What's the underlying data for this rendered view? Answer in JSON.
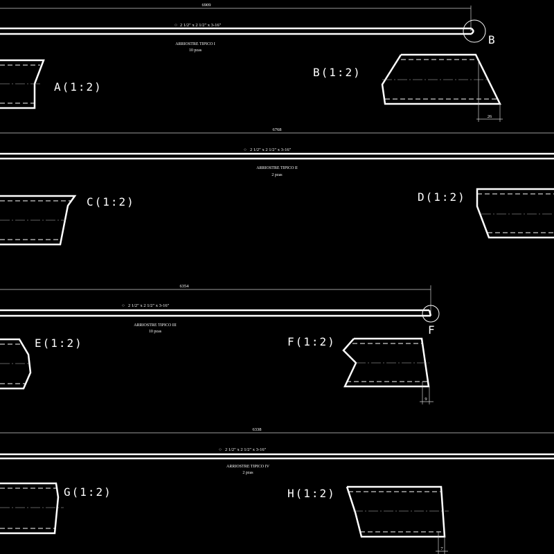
{
  "bars": [
    {
      "length": "6909",
      "section": "2 1/2\" x 2 1/2\" x 3-16\"",
      "name": "ARRIOSTRE TIPICO I",
      "qty": "10 pzas"
    },
    {
      "length": "6768",
      "section": "2 1/2\" x 2 1/2\" x 3-16\"",
      "name": "ARRIOSTRE TIPICO II",
      "qty": "2 pzas"
    },
    {
      "length": "6354",
      "section": "2 1/2\" x 2 1/2\" x 3-16\"",
      "name": "ARRIOSTRE TIPICO III",
      "qty": "10 pzas"
    },
    {
      "length": "6338",
      "section": "2 1/2\" x 2 1/2\" x 3-16\"",
      "name": "ARRIOSTRE TIPICO IV",
      "qty": "2 pzas"
    }
  ],
  "callouts": {
    "b": "B",
    "f": "F"
  },
  "details": {
    "a": "A(1:2)",
    "b": "B(1:2)",
    "c": "C(1:2)",
    "d": "D(1:2)",
    "e": "E(1:2)",
    "f": "F(1:2)",
    "g": "G(1:2)",
    "h": "H(1:2)"
  },
  "detail_dims": {
    "b": "26",
    "f": "9",
    "h": "7"
  },
  "section_symbol": "○",
  "colors": {
    "background": "#000000",
    "lines": "#ffffff"
  }
}
